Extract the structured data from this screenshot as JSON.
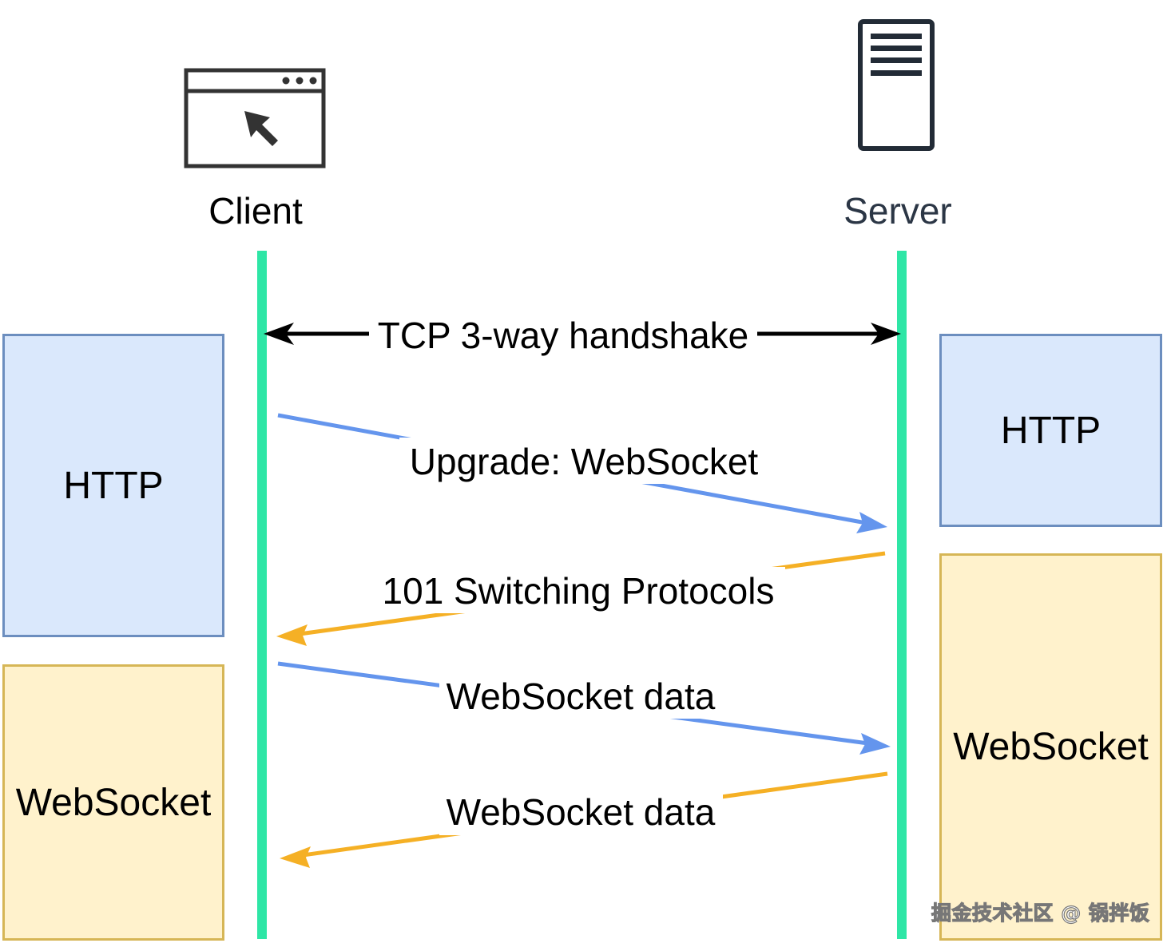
{
  "actors": {
    "client": {
      "label": "Client",
      "icon": "browser-window-cursor-icon"
    },
    "server": {
      "label": "Server",
      "icon": "server-tower-icon"
    }
  },
  "phases": {
    "client_http": "HTTP",
    "client_websocket": "WebSocket",
    "server_http": "HTTP",
    "server_websocket": "WebSocket"
  },
  "messages": [
    {
      "label": "TCP 3-way handshake",
      "direction": "both"
    },
    {
      "label": "Upgrade: WebSocket",
      "direction": "client-to-server"
    },
    {
      "label": "101 Switching Protocols",
      "direction": "server-to-client"
    },
    {
      "label": "WebSocket data",
      "direction": "client-to-server"
    },
    {
      "label": "WebSocket data",
      "direction": "server-to-client"
    }
  ],
  "watermark": "掘金技术社区 @ 锅拌饭",
  "colors": {
    "lifeline": "#2ee6a6",
    "request_arrow": "#6495ed",
    "response_arrow": "#f5b025",
    "handshake_arrow": "#000000",
    "http_fill": "#dae8fc",
    "http_stroke": "#6c8ebf",
    "websocket_fill": "#fff2cc",
    "websocket_stroke": "#d6b656",
    "server_label": "#2b3645"
  }
}
